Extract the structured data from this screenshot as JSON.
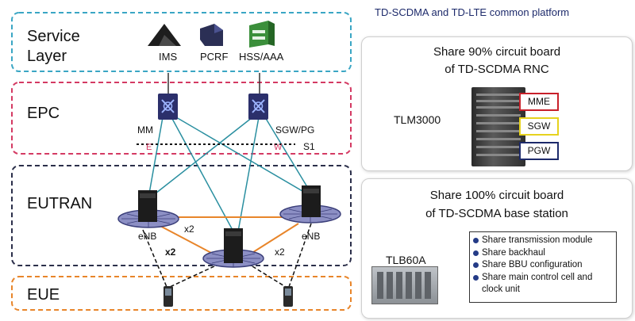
{
  "layers": {
    "service": "Service\nLayer",
    "epc": "EPC",
    "eutran": "EUTRAN",
    "eue": "EUE"
  },
  "service_nodes": {
    "ims": "IMS",
    "pcrf": "PCRF",
    "hss": "HSS/AAA"
  },
  "epc_nodes": {
    "mm": "MM",
    "sgw": "SGW/PG",
    "e_mark": "E",
    "w_mark": "W",
    "s1": "S1"
  },
  "eutran_nodes": {
    "enb_left": "eNB",
    "enb_right": "eNB",
    "x2_top": "x2",
    "x2_left": "x2",
    "x2_right": "x2"
  },
  "platform_title": "TD-SCDMA and TD-LTE common platform",
  "rnc_panel": {
    "heading_line1": "Share 90% circuit board",
    "heading_line2": "of TD-SCDMA RNC",
    "device": "TLM3000",
    "tags": [
      "MME",
      "SGW",
      "PGW"
    ]
  },
  "bs_panel": {
    "heading_line1": "Share 100% circuit board",
    "heading_line2": "of TD-SCDMA base station",
    "device": "TLB60A",
    "bullets": [
      "Share transmission module",
      "Share backhaul",
      "Share BBU configuration",
      "Share main control cell and clock unit"
    ]
  },
  "colors": {
    "service_border": "#3aa6c4",
    "epc_border": "#d43a63",
    "eutran_border": "#2b2f4a",
    "eue_border": "#e8852a",
    "link": "#2a8fa0",
    "x2_link": "#e8852a",
    "tag_mme": "#c8202a",
    "tag_sgw": "#e6d21e",
    "tag_pgw": "#1d2a6b"
  }
}
